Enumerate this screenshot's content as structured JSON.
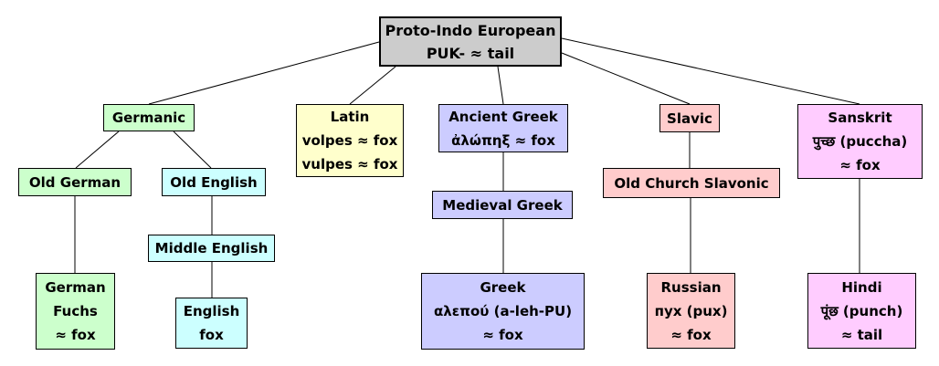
{
  "diagram": {
    "colors": {
      "root": "#cccccc",
      "germanic": "#ccffcc",
      "english": "#ccffff",
      "latin": "#ffffcc",
      "greek": "#ccccff",
      "slavic": "#ffcccc",
      "indic": "#ffccff",
      "border": "#000000",
      "line": "#000000",
      "background": "#ffffff"
    },
    "nodes": {
      "pie": {
        "lines": [
          "Proto-Indo European",
          "PUK- ≈ tail"
        ]
      },
      "germanic": {
        "lines": [
          "Germanic"
        ]
      },
      "old_german": {
        "lines": [
          "Old German"
        ]
      },
      "german": {
        "lines": [
          "German",
          "Fuchs",
          "≈ fox"
        ]
      },
      "old_english": {
        "lines": [
          "Old English"
        ]
      },
      "middle_english": {
        "lines": [
          "Middle English"
        ]
      },
      "english": {
        "lines": [
          "English",
          "fox"
        ]
      },
      "latin": {
        "lines": [
          "Latin",
          "volpes ≈ fox",
          "vulpes ≈ fox"
        ]
      },
      "ancient_greek": {
        "lines": [
          "Ancient Greek",
          "ἀλώπηξ ≈ fox"
        ]
      },
      "medieval_greek": {
        "lines": [
          "Medieval Greek"
        ]
      },
      "greek": {
        "lines": [
          "Greek",
          "αλεπού (a-leh-PU)",
          "≈ fox"
        ]
      },
      "slavic": {
        "lines": [
          "Slavic"
        ]
      },
      "old_church_slavonic": {
        "lines": [
          "Old Church Slavonic"
        ]
      },
      "russian": {
        "lines": [
          "Russian",
          "пух (pux)",
          "≈ fox"
        ]
      },
      "sanskrit": {
        "lines": [
          "Sanskrit",
          "पुच्छ (puccha)",
          "≈ fox"
        ]
      },
      "hindi": {
        "lines": [
          "Hindi",
          "पूंछ (punch)",
          "≈ tail"
        ]
      }
    },
    "edges": [
      [
        "pie",
        "germanic"
      ],
      [
        "pie",
        "latin"
      ],
      [
        "pie",
        "ancient_greek"
      ],
      [
        "pie",
        "slavic"
      ],
      [
        "pie",
        "sanskrit"
      ],
      [
        "germanic",
        "old_german"
      ],
      [
        "germanic",
        "old_english"
      ],
      [
        "old_german",
        "german"
      ],
      [
        "old_english",
        "middle_english"
      ],
      [
        "middle_english",
        "english"
      ],
      [
        "ancient_greek",
        "medieval_greek"
      ],
      [
        "medieval_greek",
        "greek"
      ],
      [
        "slavic",
        "old_church_slavonic"
      ],
      [
        "old_church_slavonic",
        "russian"
      ],
      [
        "sanskrit",
        "hindi"
      ]
    ]
  }
}
